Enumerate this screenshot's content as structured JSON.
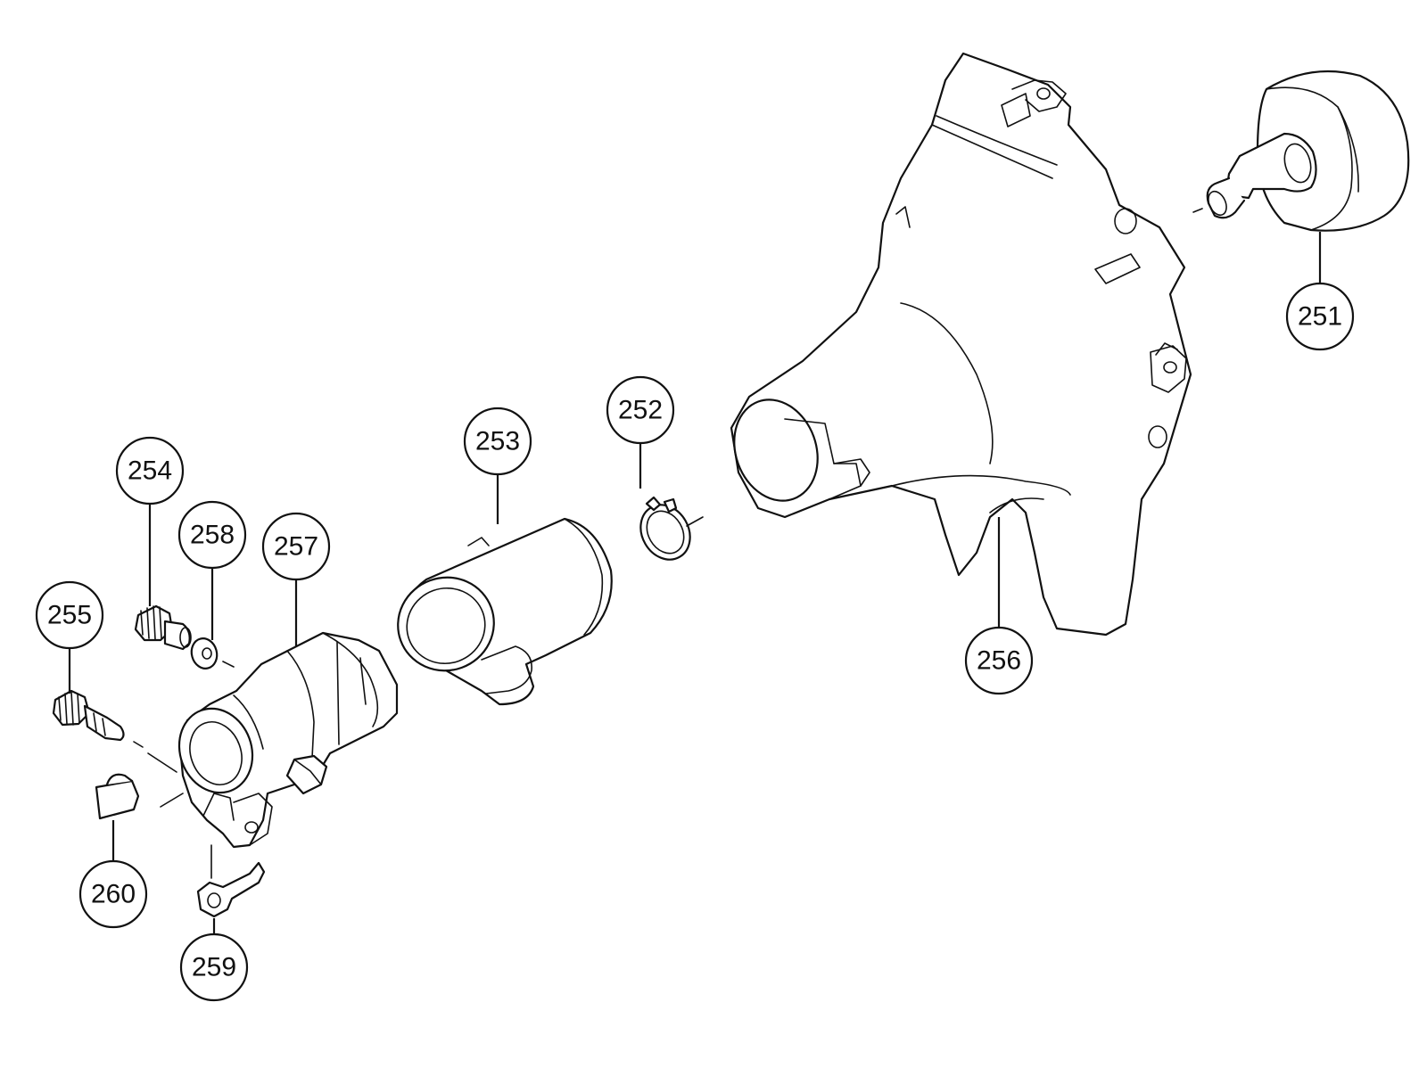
{
  "diagram": {
    "callouts": [
      {
        "id": "251",
        "label": "251"
      },
      {
        "id": "252",
        "label": "252"
      },
      {
        "id": "253",
        "label": "253"
      },
      {
        "id": "254",
        "label": "254"
      },
      {
        "id": "255",
        "label": "255"
      },
      {
        "id": "256",
        "label": "256"
      },
      {
        "id": "257",
        "label": "257"
      },
      {
        "id": "258",
        "label": "258"
      },
      {
        "id": "259",
        "label": "259"
      },
      {
        "id": "260",
        "label": "260"
      }
    ]
  }
}
